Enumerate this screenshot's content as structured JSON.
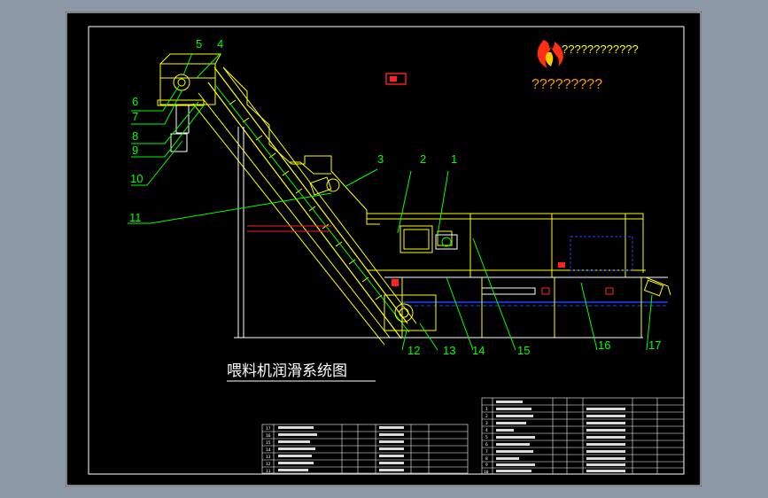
{
  "drawing": {
    "title": "喂料机润滑系统图",
    "logo_text_line1": "????????????",
    "logo_text_line2": "?????????"
  },
  "callouts": [
    {
      "n": "1"
    },
    {
      "n": "2"
    },
    {
      "n": "3"
    },
    {
      "n": "4"
    },
    {
      "n": "5"
    },
    {
      "n": "6"
    },
    {
      "n": "7"
    },
    {
      "n": "8"
    },
    {
      "n": "9"
    },
    {
      "n": "10"
    },
    {
      "n": "11"
    },
    {
      "n": "12"
    },
    {
      "n": "13"
    },
    {
      "n": "14"
    },
    {
      "n": "15"
    },
    {
      "n": "16"
    },
    {
      "n": "17"
    }
  ],
  "bom_left": {
    "rows": [
      {
        "no": "17"
      },
      {
        "no": "16"
      },
      {
        "no": "15"
      },
      {
        "no": "14"
      },
      {
        "no": "13"
      },
      {
        "no": "12"
      },
      {
        "no": "11"
      }
    ]
  },
  "bom_right": {
    "rows": [
      {
        "no": "1"
      },
      {
        "no": "2"
      },
      {
        "no": "3"
      },
      {
        "no": "4"
      },
      {
        "no": "5"
      },
      {
        "no": "6"
      },
      {
        "no": "7"
      },
      {
        "no": "8"
      },
      {
        "no": "9"
      },
      {
        "no": "10"
      }
    ]
  },
  "colors": {
    "background": "#8c98a6",
    "sheet": "#000000",
    "frame": "#ffffff",
    "machine": "#ffff00",
    "callout": "#00ff00",
    "annotation": "#ff2020",
    "conveyor_blue": "#2040ff",
    "text": "#ffffff"
  }
}
